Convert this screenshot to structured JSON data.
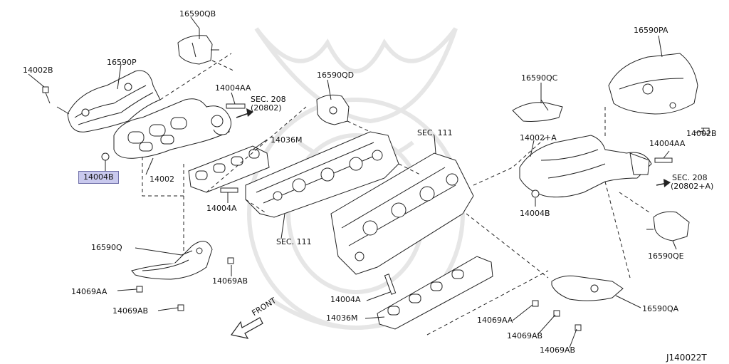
{
  "labels": {
    "p16590qb": "16590QB",
    "p16590p": "16590P",
    "p14002b_left": "14002B",
    "p14004aa_top": "14004AA",
    "sec208_top": "SEC. 208",
    "sec208_top_sub": "(20802)",
    "p16590qd": "16590QD",
    "p14036m_top": "14036M",
    "p14004b_left": "14004B",
    "p14002": "14002",
    "p14004a_left": "14004A",
    "sec111_left": "SEC. 111",
    "sec111_mid": "SEC. 111",
    "p16590q": "16590Q",
    "p14069ab_mid": "14069AB",
    "p14069aa_left": "14069AA",
    "p14069ab_left": "14069AB",
    "p14004a_bottom": "14004A",
    "p14036m_bottom": "14036M",
    "front": "FRONT",
    "p16590qc": "16590QC",
    "p14002a": "14002+A",
    "p14004b_right": "14004B",
    "p16590pa": "16590PA",
    "p14002b_right": "14002B",
    "p14004aa_right": "14004AA",
    "sec208_right": "SEC. 208",
    "sec208_right_sub": "(20802+A)",
    "p16590qe": "16590QE",
    "p14069aa_right": "14069AA",
    "p14069ab_right1": "14069AB",
    "p14069ab_right2": "14069AB",
    "p16590qa": "16590QA",
    "diagram_id": "J140022T"
  },
  "colors": {
    "line": "#222222",
    "highlight_bg": "#c9c9ee",
    "highlight_border": "#6e6ea8",
    "watermark": "#e6e6e6"
  }
}
